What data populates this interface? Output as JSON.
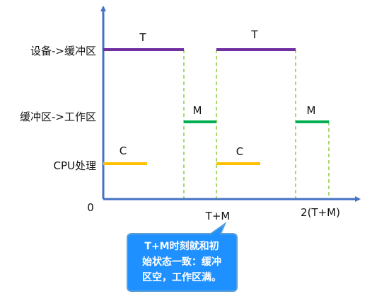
{
  "rows": {
    "device_to_buffer": "设备->缓冲区",
    "buffer_to_work": "缓冲区->工作区",
    "cpu": "CPU处理"
  },
  "axis": {
    "origin": "0",
    "tick1": "T+M",
    "tick2": "2(T+M)"
  },
  "segments": {
    "t1": "T",
    "t2": "T",
    "m1": "M",
    "m2": "M",
    "c1": "C",
    "c2": "C"
  },
  "callout": {
    "line1": "T+M时刻就和初",
    "line2": "始状态一致：缓冲",
    "line3": "区空，工作区满。"
  },
  "colors": {
    "axis": "#4472C4",
    "transfer_t": "#7030A0",
    "move_m": "#00B050",
    "cpu_c": "#FFC000",
    "guide": "#92D050",
    "callout_fill": "#1E90FF",
    "callout_border": "#5AA0D8"
  }
}
